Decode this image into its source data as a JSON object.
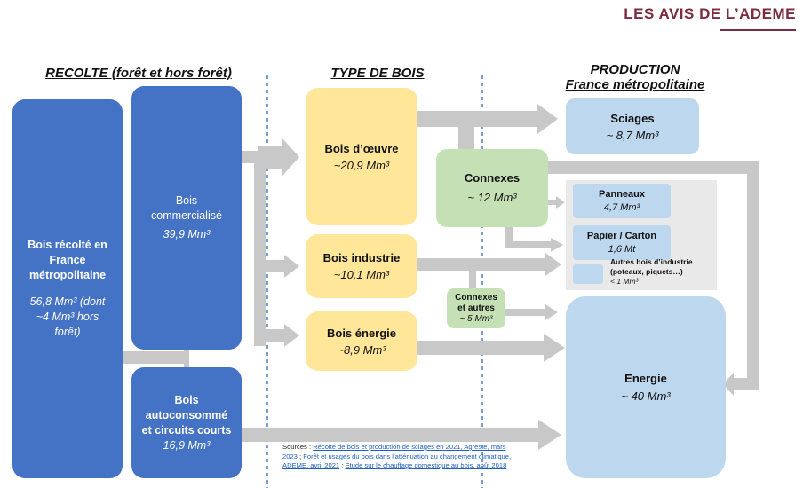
{
  "brand": "LES AVIS DE L’ADEME",
  "headers": {
    "recolte": "RECOLTE (forêt et hors forêt)",
    "type_bois": "TYPE DE BOIS",
    "production_line1": "PRODUCTION",
    "production_line2": "France métropolitaine"
  },
  "recolte": {
    "total": {
      "l1": "Bois récolté en",
      "l2": "France",
      "l3": "métropolitaine",
      "v1": "56,8 Mm³ (dont",
      "v2": "~4 Mm³ hors",
      "v3": "forêt)"
    },
    "commercialise": {
      "l1": "Bois",
      "l2": "commercialisé",
      "value": "39,9 Mm³"
    },
    "autoconsomme": {
      "l1": "Bois",
      "l2": "autoconsommé",
      "l3": "et circuits courts",
      "value": "16,9 Mm³"
    }
  },
  "type_bois": {
    "oeuvre": {
      "label": "Bois d’œuvre",
      "value": "~20,9 Mm³"
    },
    "industrie": {
      "label": "Bois industrie",
      "value": "~10,1 Mm³"
    },
    "energie": {
      "label": "Bois énergie",
      "value": "~8,9 Mm³"
    },
    "connexes1": {
      "label": "Connexes",
      "value": "~ 12 Mm³"
    },
    "connexes2": {
      "l1": "Connexes",
      "l2": "et autres",
      "value": "~ 5 Mm³"
    }
  },
  "production": {
    "sciages": {
      "label": "Sciages",
      "value": "~ 8,7 Mm³"
    },
    "panneaux": {
      "label": "Panneaux",
      "value": "4,7 Mm³"
    },
    "papier": {
      "label": "Papier / Carton",
      "value": "1,6 Mt"
    },
    "autres": {
      "l1": "Autres bois d’industrie",
      "l2": "(poteaux, piquets…)",
      "value": "< 1 Mm³"
    },
    "energie": {
      "label": "Energie",
      "value": "~ 40 Mm³"
    }
  },
  "sources": {
    "prefix": "Sources : ",
    "s1": "Récolte de bois et production de sciages en 2021, Agreste, mars 2023",
    "sep1": " ; ",
    "s2": "Forêt et usages du bois dans l’atténuation au changement climatique, ADEME, avril 2021",
    "sep2": " ; ",
    "s3": "Etude sur le chauffage domestique au bois, août 2018"
  },
  "colors": {
    "dark_blue": "#4472c4",
    "yellow": "#ffe699",
    "green": "#c5e0b4",
    "light_blue": "#bdd7ee",
    "arrow_gray": "#c8c8c8",
    "divider": "#4472c4",
    "brand": "#7b2c3f"
  }
}
